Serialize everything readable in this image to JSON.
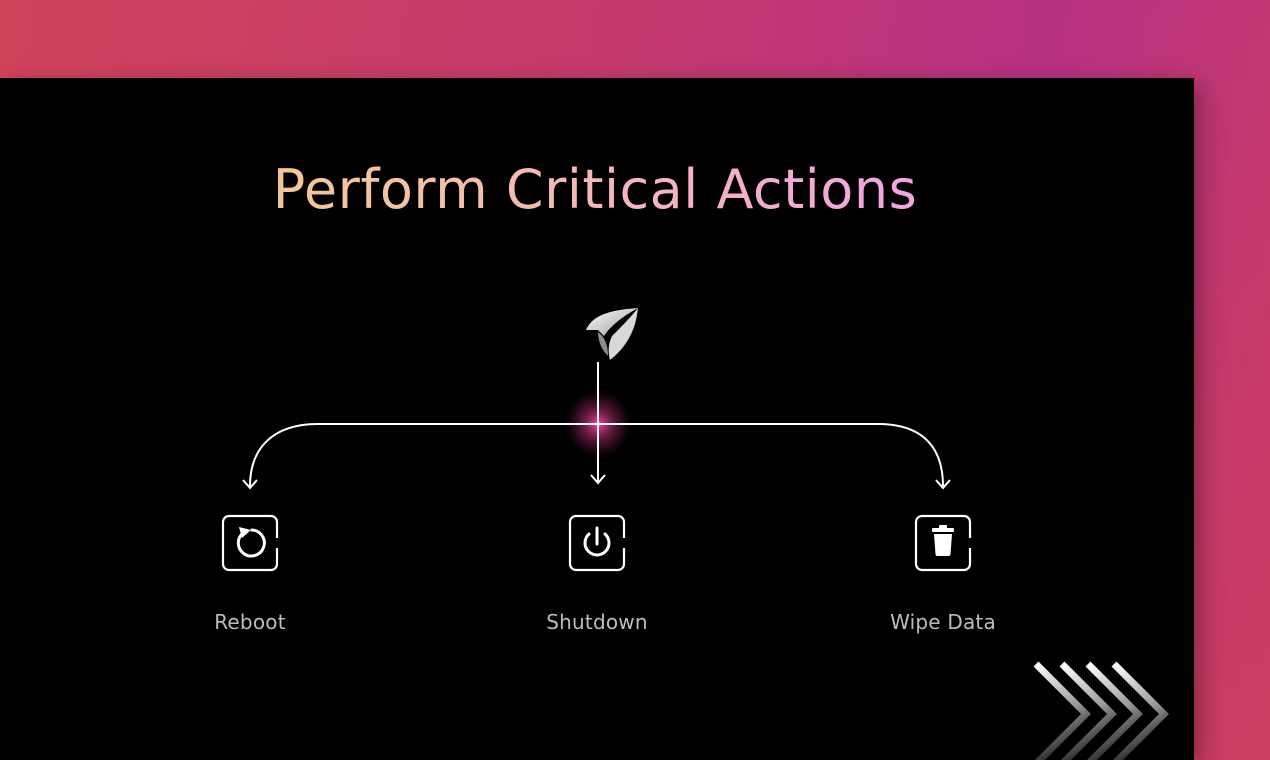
{
  "title": "Perform Critical Actions",
  "logo": {
    "icon": "paper-plane-logo"
  },
  "actions": [
    {
      "label": "Reboot",
      "icon": "reboot-icon"
    },
    {
      "label": "Shutdown",
      "icon": "power-icon"
    },
    {
      "label": "Wipe Data",
      "icon": "trash-icon"
    }
  ],
  "decorations": {
    "bottom_right": "chevrons-icon"
  },
  "colors": {
    "panel": "#000000",
    "title_gradient": [
      "#f6d07a",
      "#e29af0"
    ],
    "line": "#ffffff",
    "hub_glow": "#e23d8f",
    "label": "#bdbdbd",
    "bg_gradient": [
      "#d0435a",
      "#b83283"
    ]
  }
}
